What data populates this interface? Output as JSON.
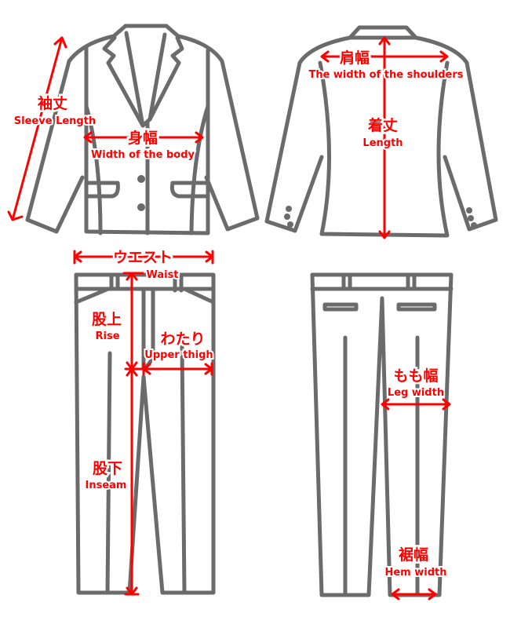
{
  "colors": {
    "outline": "#6b6b6b",
    "measure": "#ff0000",
    "background": "#ffffff"
  },
  "jacket_front": {
    "sleeve_length": {
      "jp": "袖丈",
      "en": "Sleeve Length"
    },
    "body_width": {
      "jp": "身幅",
      "en": "Width of the body"
    }
  },
  "jacket_back": {
    "shoulder_width": {
      "jp": "肩幅",
      "en": "The width of the shoulders"
    },
    "length": {
      "jp": "着丈",
      "en": "Length"
    }
  },
  "pants_front": {
    "waist": {
      "jp": "ウエスト",
      "en": "Waist"
    },
    "rise": {
      "jp": "股上",
      "en": "Rise"
    },
    "upper_thigh": {
      "jp": "わたり",
      "en": "Upper thigh"
    },
    "inseam": {
      "jp": "股下",
      "en": "Inseam"
    }
  },
  "pants_back": {
    "leg_width": {
      "jp": "もも幅",
      "en": "Leg width"
    },
    "hem_width": {
      "jp": "裾幅",
      "en": "Hem width"
    }
  }
}
